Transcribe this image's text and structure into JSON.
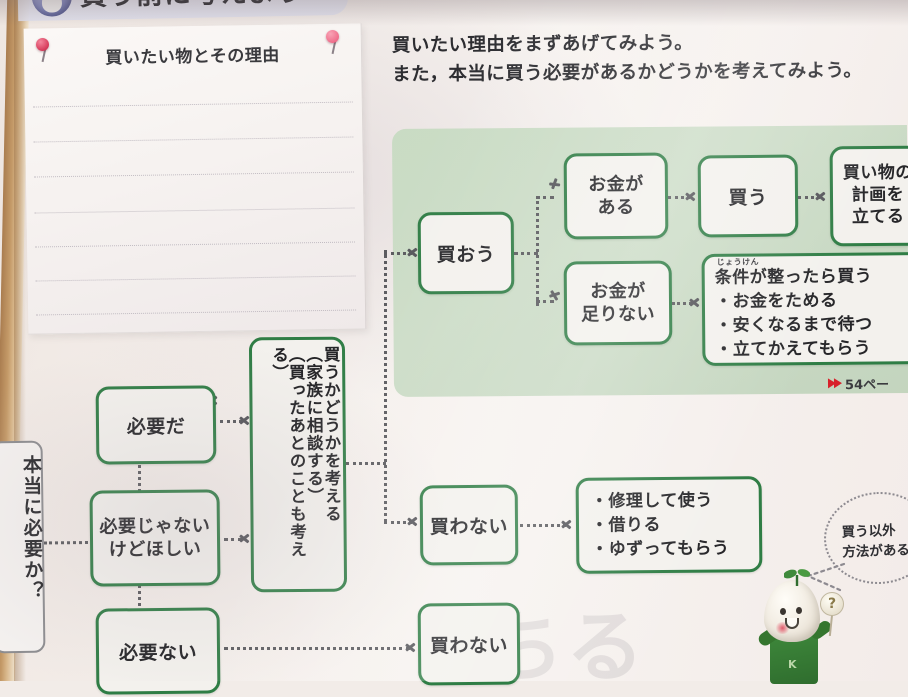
{
  "header": {
    "title": "買う前に考えよう",
    "icon": "character-circle-icon"
  },
  "notepad": {
    "title": "買いたい物とその理由",
    "rule_count": 7,
    "pin_icon": "pushpin-icon"
  },
  "instructions": {
    "line1": "買いたい理由をまずあげてみよう。",
    "line2": "また，本当に買う必要があるかどうかを考えてみよう。"
  },
  "flow": {
    "question_box": "本当に必要か？",
    "branches": [
      {
        "label": "必要だ"
      },
      {
        "label_line1": "必要じゃない",
        "label_line2": "けどほしい"
      },
      {
        "label": "必要ない"
      }
    ],
    "consider_box": {
      "col1": "買うかどうかを考える",
      "col2": "（家族に相談する）",
      "col3": "（買ったあとのことも考える）"
    },
    "buy_box": "買おう",
    "money_yes": {
      "line1": "お金が",
      "line2": "ある"
    },
    "money_no": {
      "line1": "お金が",
      "line2": "足りない"
    },
    "buy_action": "買う",
    "plan_box": {
      "line1": "買い物の",
      "line2": "計画を",
      "line3": "立てる"
    },
    "conditions": {
      "furigana": "じょうけん",
      "heading": "条件が整ったら買う",
      "items": [
        "・お金をためる",
        "・安くなるまで待つ",
        "・立てかえてもらう"
      ]
    },
    "no_buy_1": "買わない",
    "no_buy_2": "買わない",
    "alternatives": [
      "・修理して使う",
      "・借りる",
      "・ゆずってもらう"
    ]
  },
  "page_ref": {
    "label": "54ペー",
    "icon": "double-red-arrow-icon"
  },
  "bubble": {
    "line1": "買う以外",
    "line2": "方法があるか"
  },
  "mascot": {
    "name": "bean-sprout-mascot",
    "sign_glyph": "?",
    "letter": "K"
  },
  "ghost_watermark": "ちる",
  "colors": {
    "green_border": "#2f7d45",
    "panel_green": "#c8dbc3",
    "box_fill": "#f3f1ed",
    "gray_border": "#8d8d90",
    "red_arrow": "#d8202a",
    "dotted_arrow": "#55555a"
  }
}
